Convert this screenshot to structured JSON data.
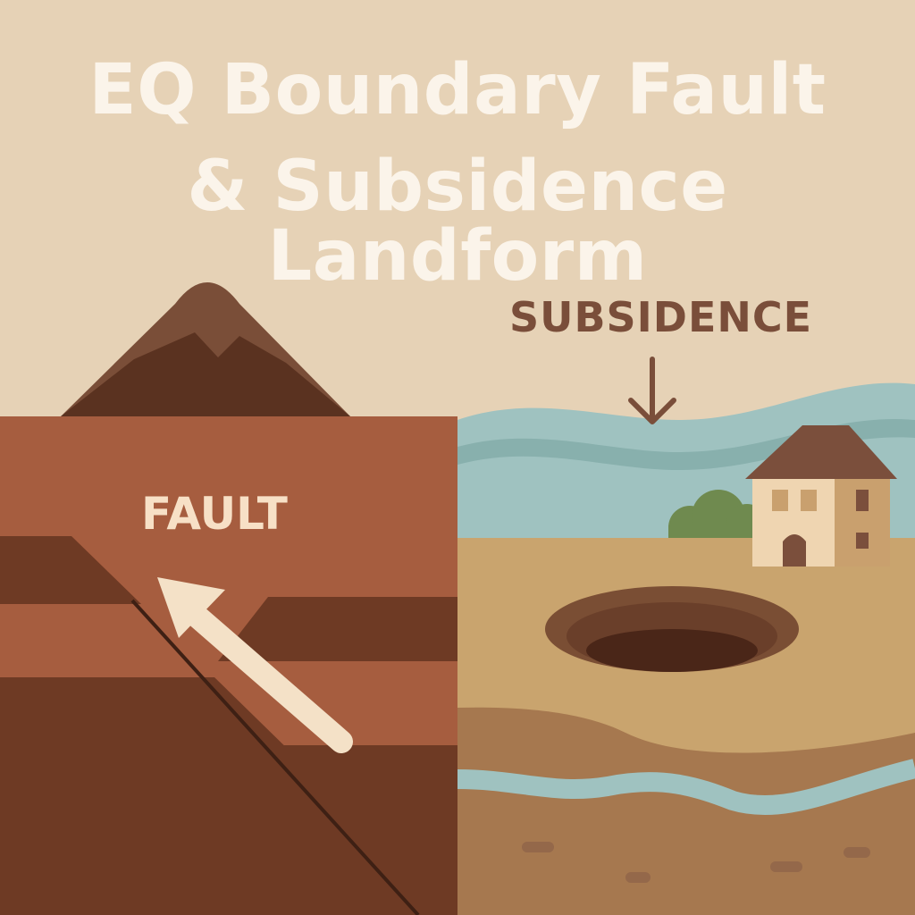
{
  "title": {
    "line1": "EQ Boundary Fault",
    "line2": "& Subsidence Landform"
  },
  "labels": {
    "fault": "FAULT",
    "subsidence": "SUBSIDENCE"
  },
  "colors": {
    "sky": "#e6d2b6",
    "title_text": "#fbf4ea",
    "fault_block": "#a65d3f",
    "dark_rock": "#6e3a24",
    "mountain": "#7a4e38",
    "water": "#9fc2c0",
    "ground": "#c9a46e",
    "arrow": "#f4e1c7",
    "house_wall": "#efd5b1",
    "house_roof": "#7b4f3c",
    "bush": "#6f8a4f"
  }
}
